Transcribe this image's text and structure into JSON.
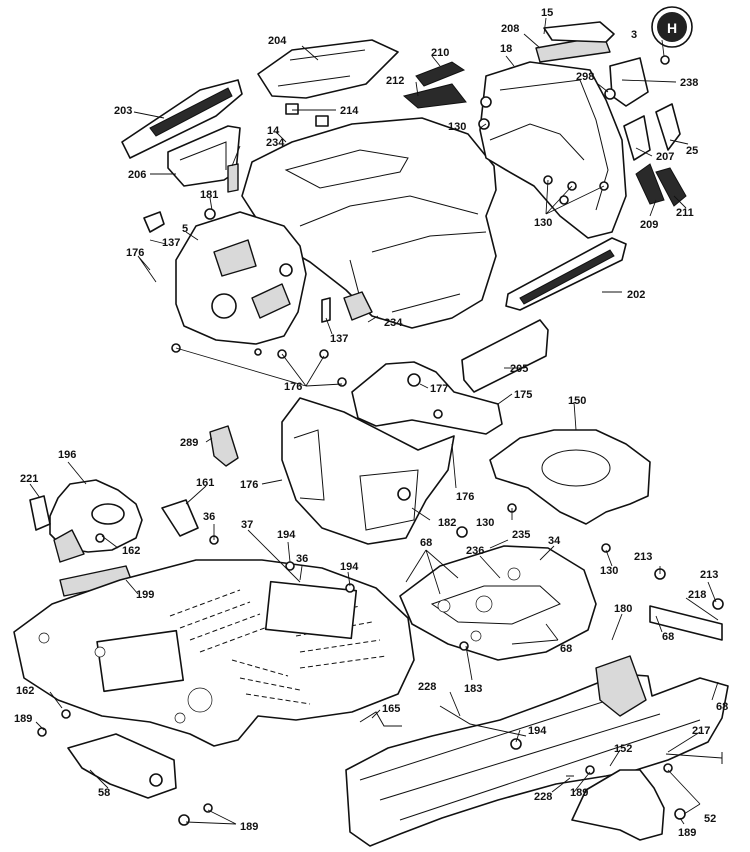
{
  "logo": {
    "name": "husqvarna-crown-logo",
    "letter": "H"
  },
  "callouts": [
    {
      "id": "c15",
      "text": "15"
    },
    {
      "id": "c3",
      "text": "3"
    },
    {
      "id": "c204",
      "text": "204"
    },
    {
      "id": "c208",
      "text": "208"
    },
    {
      "id": "c210",
      "text": "210"
    },
    {
      "id": "c18",
      "text": "18"
    },
    {
      "id": "c238",
      "text": "238"
    },
    {
      "id": "c298",
      "text": "298"
    },
    {
      "id": "c212",
      "text": "212"
    },
    {
      "id": "c214",
      "text": "214"
    },
    {
      "id": "c203",
      "text": "203"
    },
    {
      "id": "c130a",
      "text": "130"
    },
    {
      "id": "c14",
      "text": "14"
    },
    {
      "id": "c25",
      "text": "25"
    },
    {
      "id": "c207",
      "text": "207"
    },
    {
      "id": "c234a",
      "text": "234"
    },
    {
      "id": "c206",
      "text": "206"
    },
    {
      "id": "c181",
      "text": "181"
    },
    {
      "id": "c130b",
      "text": "130"
    },
    {
      "id": "c209",
      "text": "209"
    },
    {
      "id": "c211",
      "text": "211"
    },
    {
      "id": "c5",
      "text": "5"
    },
    {
      "id": "c137a",
      "text": "137"
    },
    {
      "id": "c176a",
      "text": "176"
    },
    {
      "id": "c202",
      "text": "202"
    },
    {
      "id": "c234b",
      "text": "234"
    },
    {
      "id": "c137b",
      "text": "137"
    },
    {
      "id": "c205",
      "text": "205"
    },
    {
      "id": "c177",
      "text": "177"
    },
    {
      "id": "c176b",
      "text": "176"
    },
    {
      "id": "c175",
      "text": "175"
    },
    {
      "id": "c150",
      "text": "150"
    },
    {
      "id": "c289",
      "text": "289"
    },
    {
      "id": "c196",
      "text": "196"
    },
    {
      "id": "c221",
      "text": "221"
    },
    {
      "id": "c161",
      "text": "161"
    },
    {
      "id": "c176c",
      "text": "176"
    },
    {
      "id": "c176d",
      "text": "176"
    },
    {
      "id": "c36a",
      "text": "36"
    },
    {
      "id": "c37",
      "text": "37"
    },
    {
      "id": "c182",
      "text": "182"
    },
    {
      "id": "c130c",
      "text": "130"
    },
    {
      "id": "c162a",
      "text": "162"
    },
    {
      "id": "c194a",
      "text": "194"
    },
    {
      "id": "c235",
      "text": "235"
    },
    {
      "id": "c68a",
      "text": "68"
    },
    {
      "id": "c34",
      "text": "34"
    },
    {
      "id": "c36b",
      "text": "36"
    },
    {
      "id": "c236",
      "text": "236"
    },
    {
      "id": "c130d",
      "text": "130"
    },
    {
      "id": "c194b",
      "text": "194"
    },
    {
      "id": "c213a",
      "text": "213"
    },
    {
      "id": "c213b",
      "text": "213"
    },
    {
      "id": "c199",
      "text": "199"
    },
    {
      "id": "c218",
      "text": "218"
    },
    {
      "id": "c180",
      "text": "180"
    },
    {
      "id": "c68b",
      "text": "68"
    },
    {
      "id": "c68c",
      "text": "68"
    },
    {
      "id": "c183",
      "text": "183"
    },
    {
      "id": "c162b",
      "text": "162"
    },
    {
      "id": "c228a",
      "text": "228"
    },
    {
      "id": "c68d",
      "text": "68"
    },
    {
      "id": "c165",
      "text": "165"
    },
    {
      "id": "c189a",
      "text": "189"
    },
    {
      "id": "c194c",
      "text": "194"
    },
    {
      "id": "c217",
      "text": "217"
    },
    {
      "id": "c152",
      "text": "152"
    },
    {
      "id": "c58",
      "text": "58"
    },
    {
      "id": "c228b",
      "text": "228"
    },
    {
      "id": "c189b",
      "text": "189"
    },
    {
      "id": "c52",
      "text": "52"
    },
    {
      "id": "c189c",
      "text": "189"
    },
    {
      "id": "c189d",
      "text": "189"
    }
  ]
}
